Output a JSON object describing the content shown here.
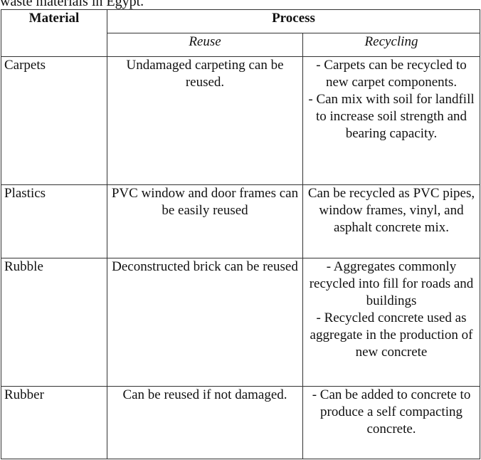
{
  "caption": "waste materials in Egypt.",
  "table": {
    "header": {
      "material": "Material",
      "process": "Process",
      "reuse": "Reuse",
      "recycling": "Recycling"
    },
    "rows": [
      {
        "material": "Carpets",
        "reuse": "Undamaged carpeting can be reused.",
        "recycling": [
          "- Carpets can be recycled to new carpet components.",
          "- Can mix with soil for landfill to increase soil strength and bearing capacity."
        ]
      },
      {
        "material": "Plastics",
        "reuse": "PVC window and door frames can be easily reused",
        "recycling": [
          "Can be recycled as PVC pipes, window frames, vinyl, and asphalt concrete mix."
        ]
      },
      {
        "material": "Rubble",
        "reuse": "Deconstructed brick can be reused",
        "recycling": [
          "- Aggregates commonly recycled into fill for roads and buildings",
          "-  Recycled concrete used as aggregate in the production of new concrete"
        ]
      },
      {
        "material": "Rubber",
        "reuse": "Can be reused if not damaged.",
        "recycling": [
          "- Can be added to concrete to produce a self compacting concrete."
        ]
      }
    ]
  }
}
